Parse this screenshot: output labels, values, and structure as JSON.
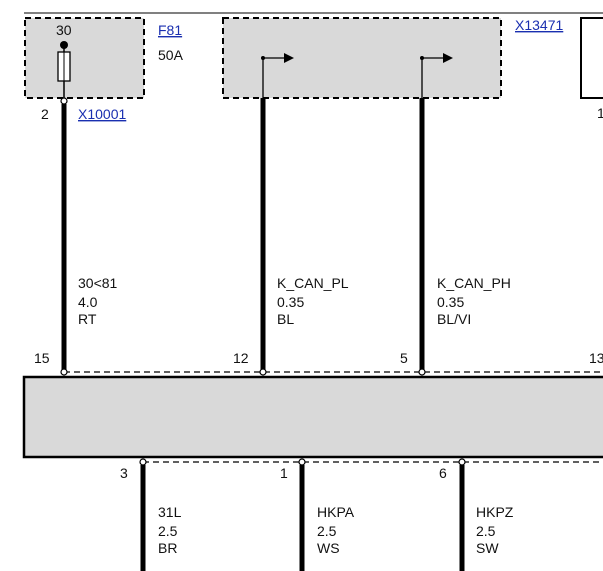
{
  "fuse": {
    "terminal_top": "30",
    "ref": "F81",
    "rating": "50A",
    "pin_bottom": "2",
    "connector": "X10001"
  },
  "can_module": {
    "connector": "X13471",
    "edge_pin_partial": "1"
  },
  "wires_top": [
    {
      "name": "30<81",
      "gauge": "4.0",
      "color": "RT",
      "pin": "15"
    },
    {
      "name": "K_CAN_PL",
      "gauge": "0.35",
      "color": "BL",
      "pin": "12"
    },
    {
      "name": "K_CAN_PH",
      "gauge": "0.35",
      "color": "BL/VI",
      "pin": "5"
    }
  ],
  "edge_pin_partial": "13",
  "wires_bottom": [
    {
      "name": "31L",
      "gauge": "2.5",
      "color": "BR",
      "pin": "3"
    },
    {
      "name": "HKPA",
      "gauge": "2.5",
      "color": "WS",
      "pin": "1"
    },
    {
      "name": "HKPZ",
      "gauge": "2.5",
      "color": "SW",
      "pin": "6"
    }
  ],
  "colors": {
    "box_fill": "#d9d9d9",
    "link": "#1a2fb0",
    "line": "#000000"
  }
}
